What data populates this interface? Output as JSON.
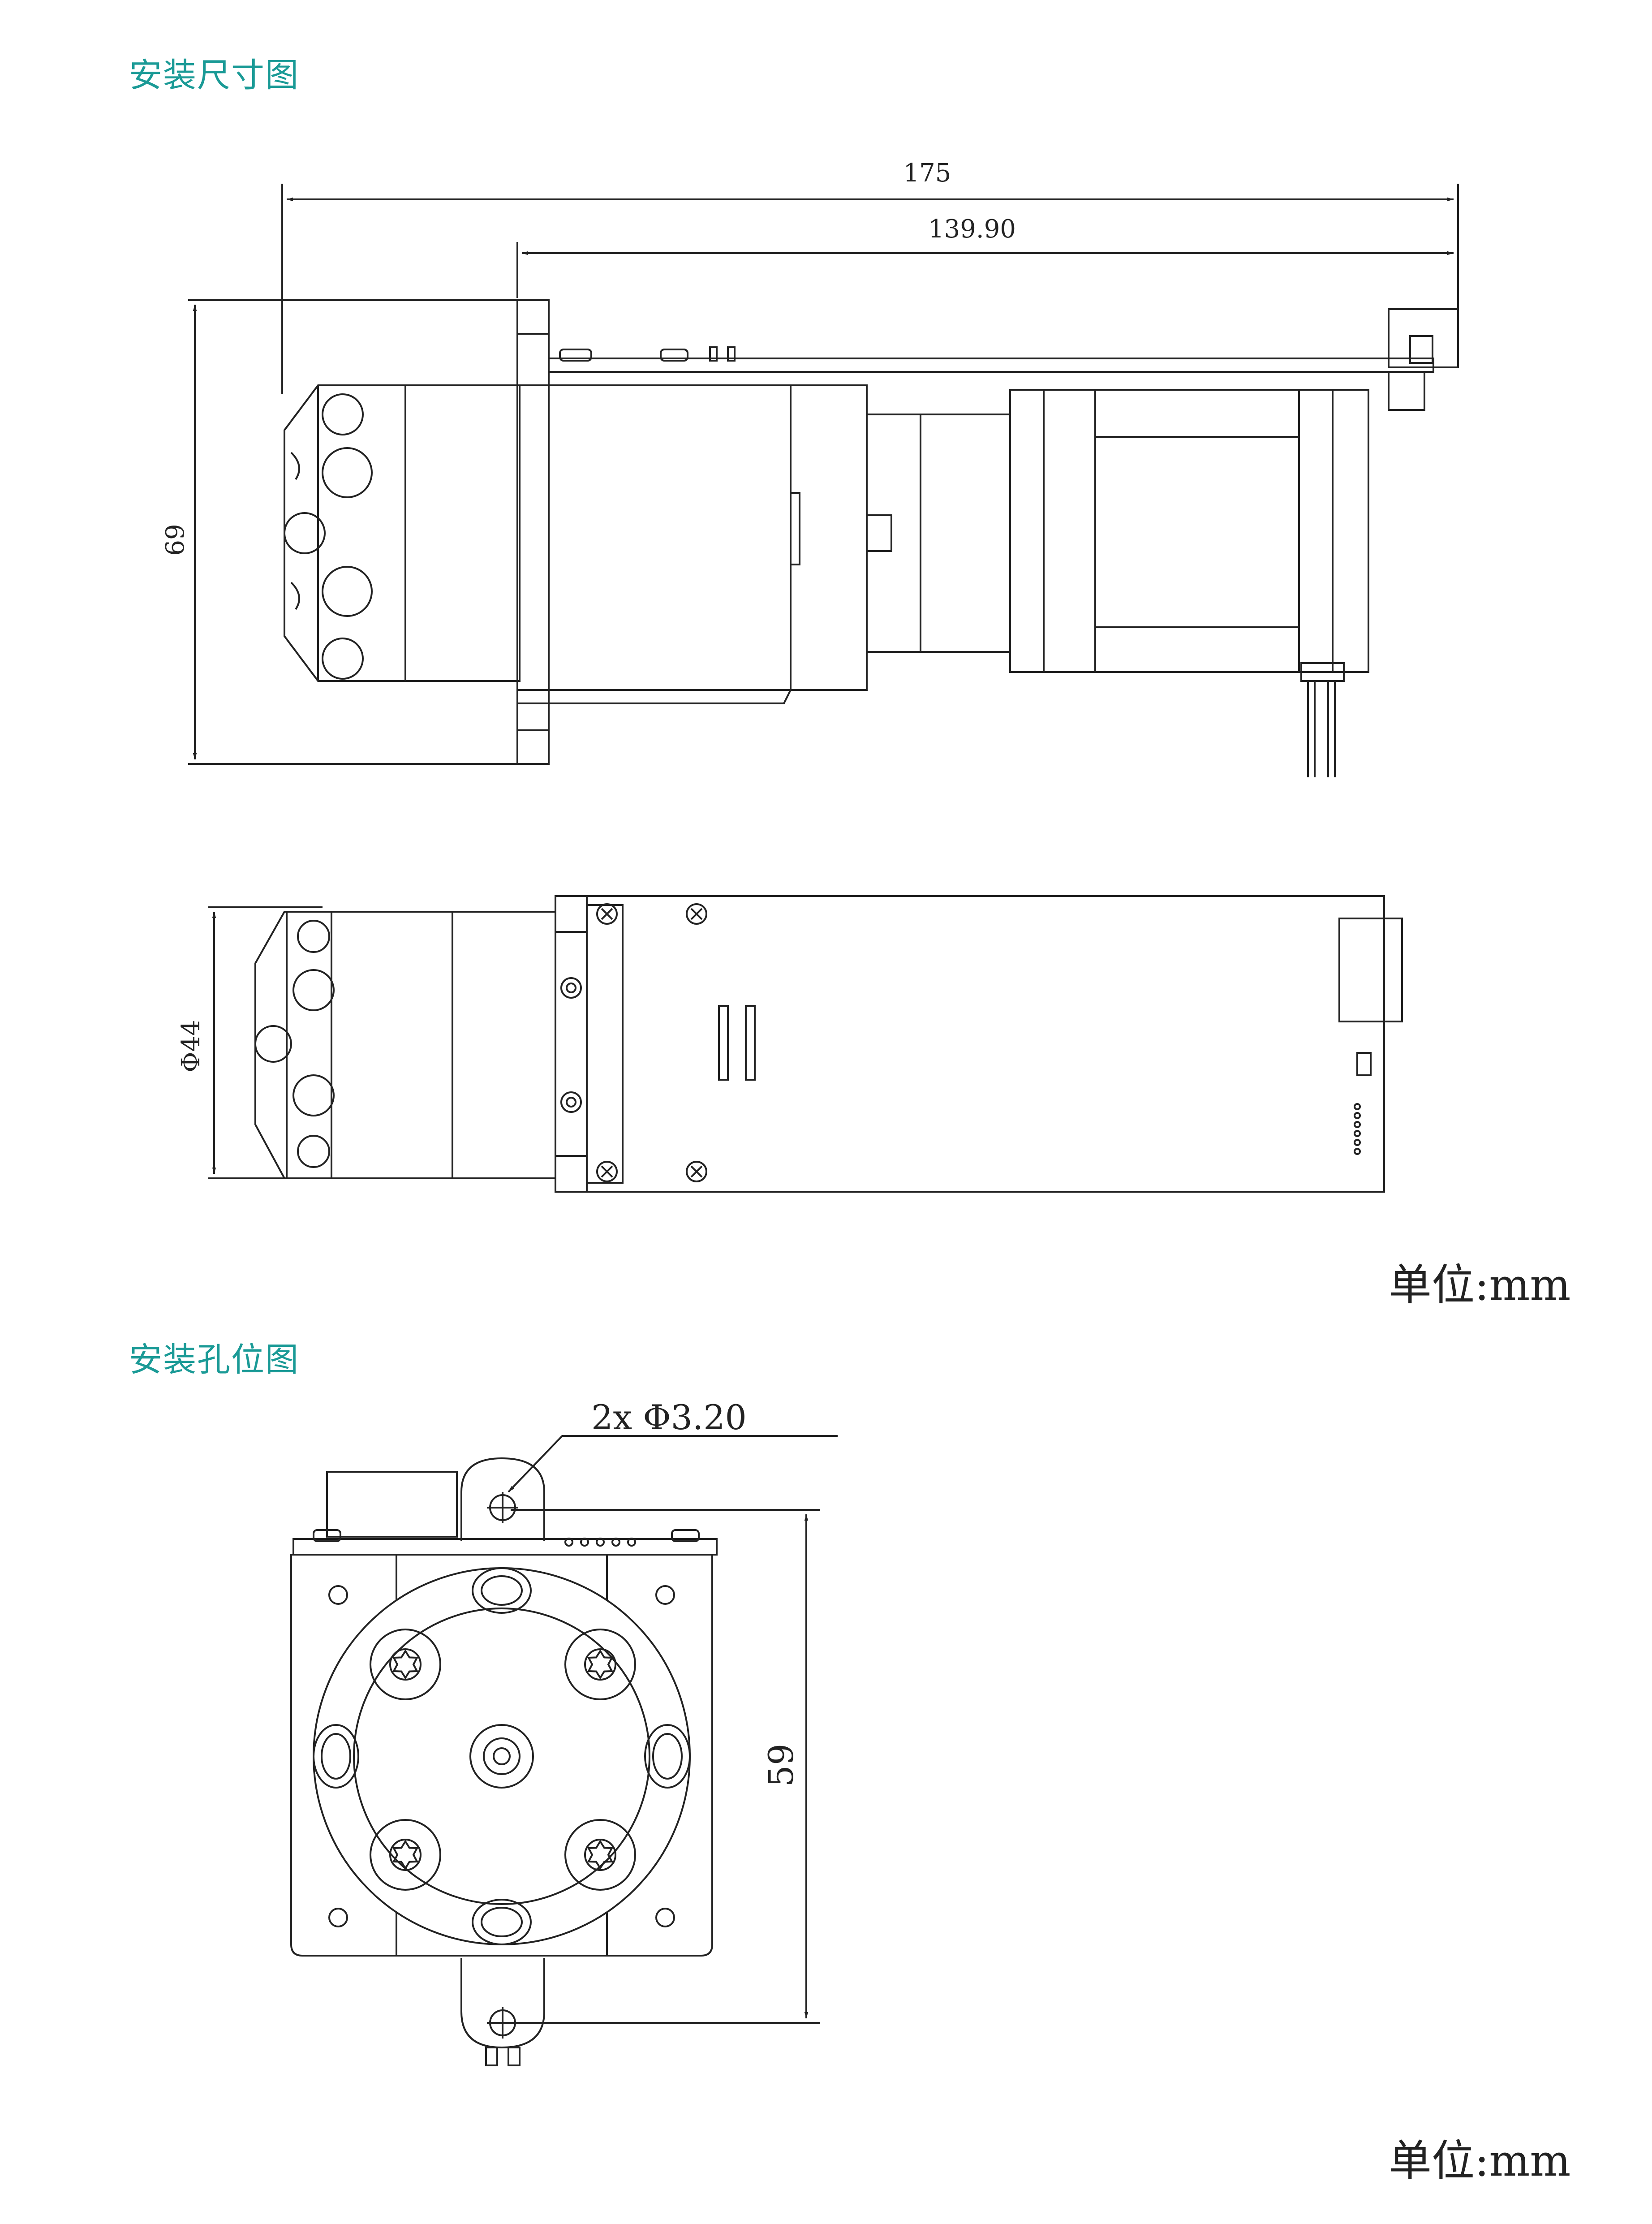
{
  "sections": {
    "dimension_title": "安装尺寸图",
    "mounting_title": "安装孔位图"
  },
  "dimensions": {
    "total_length": "175",
    "length_to_flange": "139.90",
    "height": "69",
    "diameter": "Φ44",
    "hole_spec": "2x Φ3.20",
    "hole_spacing": "59"
  },
  "units": {
    "top_unit": "单位:mm",
    "bottom_unit": "单位:mm"
  },
  "colors": {
    "title": "#1a9a96",
    "line": "#222222"
  }
}
